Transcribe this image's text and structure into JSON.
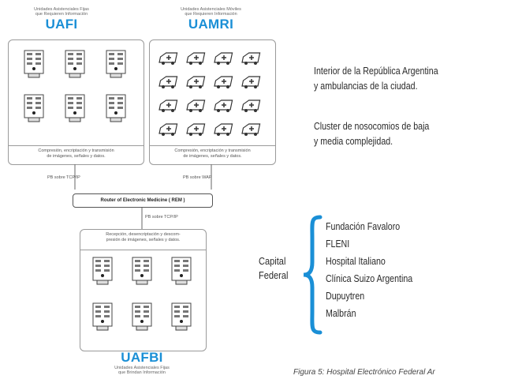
{
  "uafi": {
    "subtitle": "Unidades Asistenciales Fijas\nque Requieren Información",
    "title": "UAFI",
    "footer": "Compresión, encriptación y transmisión\nde imágenes, señales y datos."
  },
  "uamri": {
    "subtitle": "Unidades Asistenciales Móviles\nque Requieren Información",
    "title": "UAMRI",
    "footer": "Compresión, encriptación y transmisión\nde imágenes, señales y datos."
  },
  "connections": {
    "left_label": "PB sobre TCP/IP",
    "right_label": "PB sobre WAP",
    "bottom_label": "PB sobre TCP/IP"
  },
  "router": {
    "label": "Router of Electronic Medicine ( REM )"
  },
  "uafbi": {
    "header": "Recepción, desencriptación y descom-\npresión de imágenes, señales y datos.",
    "title": "UAFBI",
    "subtitle": "Unidades Asistenciales Fijas\nque Brindan Información"
  },
  "interior": {
    "line1": "Interior de la República Argentina",
    "line2": "y ambulancias de la ciudad."
  },
  "cluster": {
    "line1": "Cluster de nosocomios de baja",
    "line2": "y media complejidad."
  },
  "capital": {
    "line1": "Capital",
    "line2": "Federal",
    "brace_color": "#1a8fd6"
  },
  "hospitals": [
    "Fundación Favaloro",
    "FLENI",
    "Hospital Italiano",
    "Clínica Suizo Argentina",
    "Dupuytren",
    "Malbrán"
  ],
  "caption": "Figura 5: Hospital Electrónico Federal Ar",
  "colors": {
    "accent": "#1a8fd6",
    "border": "#9a9a9a"
  },
  "icons": {
    "station": "medical-workstation-icon",
    "ambulance": "ambulance-icon"
  }
}
